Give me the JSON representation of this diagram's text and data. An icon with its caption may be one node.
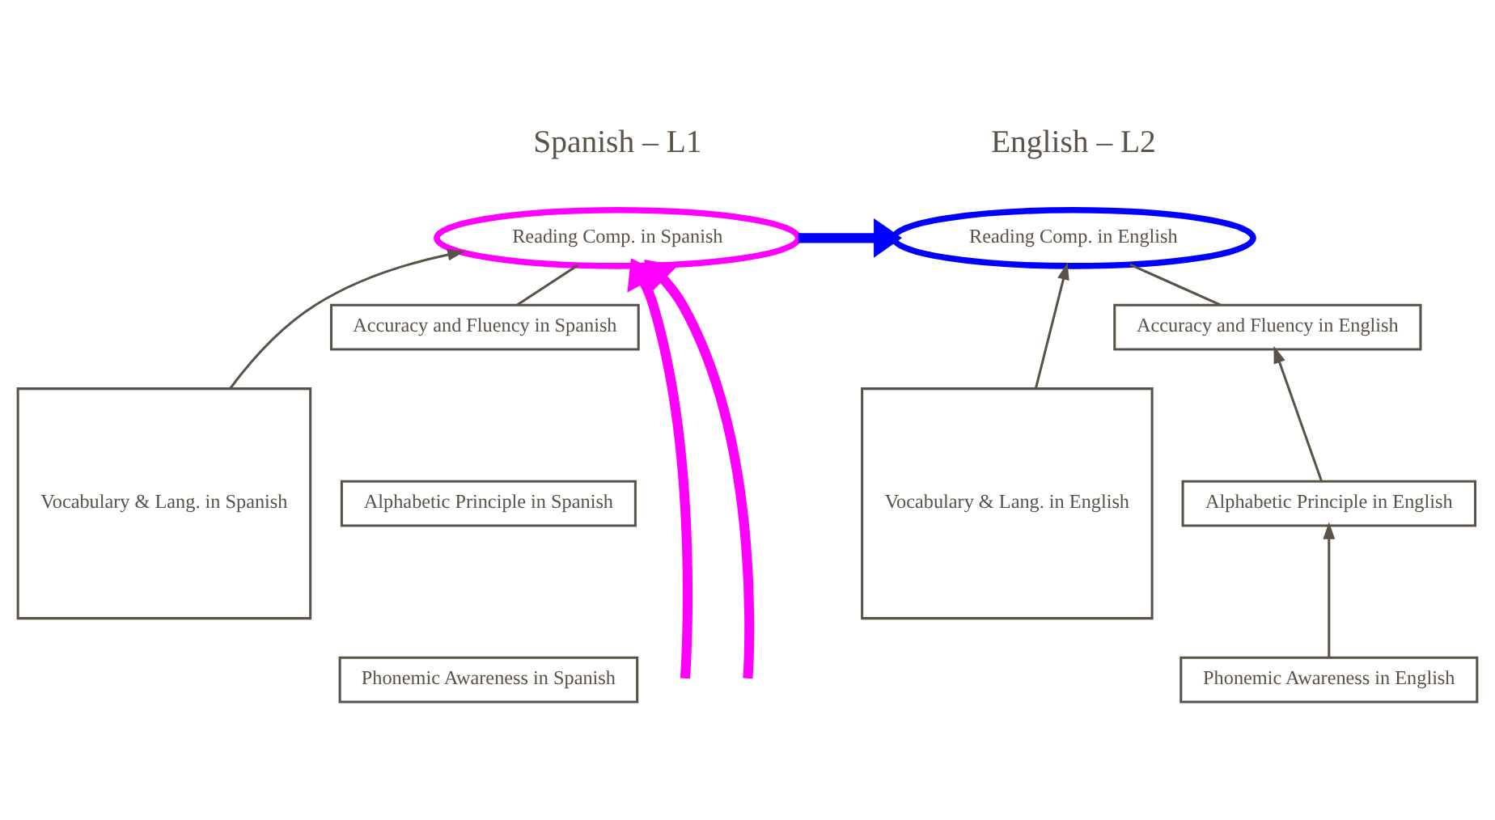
{
  "diagram": {
    "nodes": [
      {
        "text": [
          "Reading Comp. in Spanish"
        ]
      },
      {
        "text": [
          "Vocabulary & Lang. in Spanish"
        ]
      },
      {
        "text": [
          "Accuracy and Fluency in Spanish"
        ]
      },
      {
        "text": [
          "Alphabetic Principle in Spanish"
        ]
      },
      {
        "text": [
          "Phonemic Awareness in Spanish"
        ]
      },
      {
        "text": [
          "Reading Comp. in English"
        ]
      },
      {
        "text": [
          "Vocabulary & Lang. in English"
        ]
      },
      {
        "text": [
          "Accuracy and Fluency in English"
        ]
      },
      {
        "text": [
          "Alphabetic Principle in English"
        ]
      },
      {
        "text": [
          "Phonemic Awareness in English"
        ]
      }
    ],
    "edges": [
      {
        "from": 0,
        "to": 5,
        "arrow": "to",
        "style": "thick",
        "color": "#0000ff"
      },
      {
        "from": 1,
        "to": 0,
        "arrow": "to"
      },
      {
        "from": 2,
        "to": 0,
        "arrow": "none"
      },
      {
        "from": null,
        "to": 0,
        "arrow": "to",
        "style": "thick",
        "color": "#ff00ff"
      },
      {
        "from": null,
        "to": 0,
        "arrow": "to",
        "style": "thick",
        "color": "#ff00ff"
      },
      {
        "from": 6,
        "to": 5,
        "arrow": "to"
      },
      {
        "from": 7,
        "to": 5,
        "arrow": "none"
      },
      {
        "from": 9,
        "to": 8,
        "arrow": "to"
      },
      {
        "from": 8,
        "to": 7,
        "arrow": "to"
      }
    ],
    "labels": [
      "Spanish – L1",
      "English – L2"
    ]
  }
}
